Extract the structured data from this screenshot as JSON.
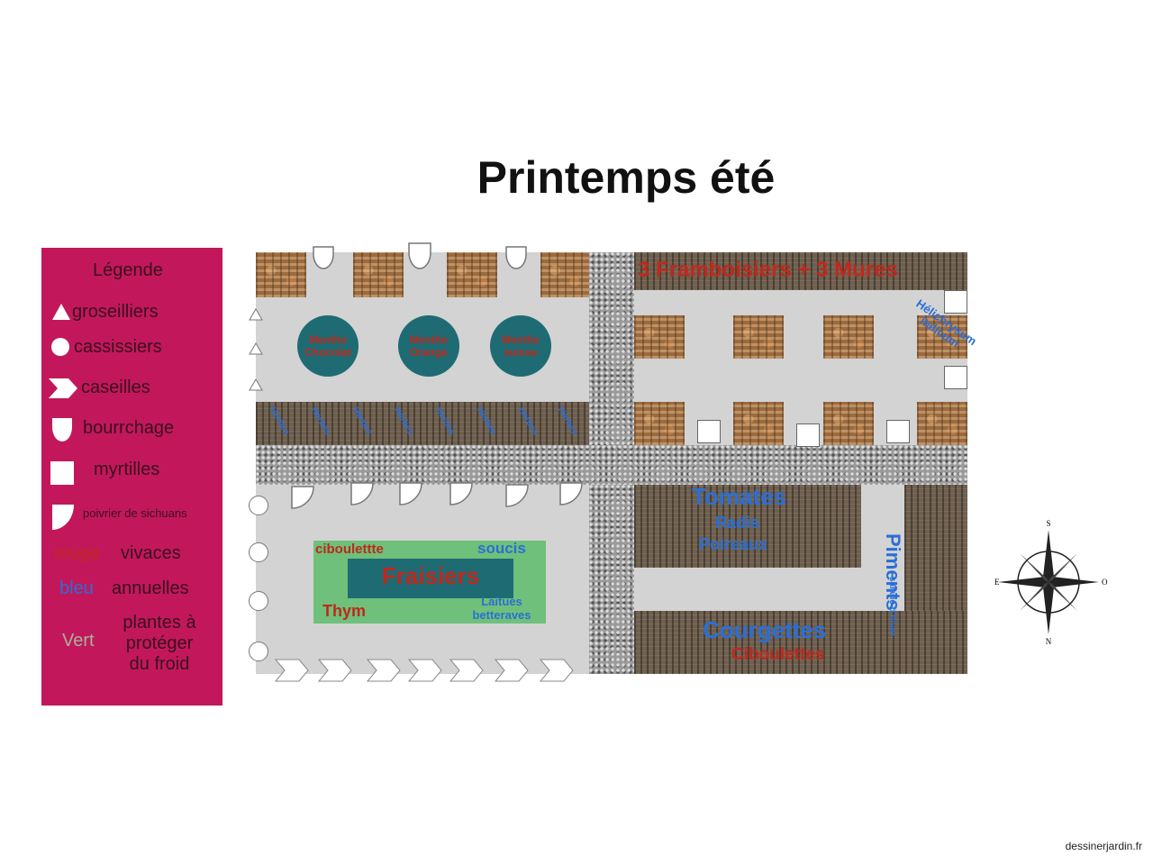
{
  "title": "Printemps été",
  "legend": {
    "heading": "Légende",
    "items": [
      "groseilliers",
      "cassissiers",
      "caseilles",
      "bourrchage",
      "myrtilles",
      "poivrier de sichuans"
    ],
    "colors": [
      {
        "word": "rouge",
        "meaning": "vivaces",
        "color": "#c0281c"
      },
      {
        "word": "bleu",
        "meaning": "annuelles",
        "color": "#2a6fd6"
      },
      {
        "word": "Vert",
        "meaning_lines": [
          "plantes à",
          "protéger",
          "du froid"
        ],
        "color": "#a8b0a0"
      }
    ]
  },
  "garden": {
    "mints": [
      {
        "label_line1": "Menthe",
        "label_line2": "Chocolat"
      },
      {
        "label_line1": "Menthe",
        "label_line2": "Orange"
      },
      {
        "label_line1": "Menthe",
        "label_line2": "suisse"
      }
    ],
    "framboisiers": "3 Framboisiers + 3 Mures",
    "fraisiers_bed": {
      "main": "Fraisiers",
      "top_left": "ciboulettte",
      "top_right": "soucis",
      "bottom_left": "Thym",
      "bottom_right_line1": "Laitues",
      "bottom_right_line2": "betteraves"
    },
    "veg_bed": {
      "line1": "Tomates",
      "line2": "Radis",
      "line3": "Poireaux"
    },
    "piments": "Piments",
    "piments_sub": "salade d'hiver",
    "bottom_bed": {
      "line1": "Courgettes",
      "line2": "Ciboulettes"
    },
    "herb_label": "Herbes",
    "right_herb": "Hélichrysum italicum"
  },
  "compass": {
    "n": "S",
    "s": "N",
    "e": "O",
    "w": "E"
  },
  "footer": "dessinerjardin.fr",
  "colors": {
    "legend_bg": "#c2185b",
    "red": "#c0281c",
    "blue": "#2a6fd6",
    "teal": "#1f6b74",
    "green_bed": "#6fc07a"
  }
}
